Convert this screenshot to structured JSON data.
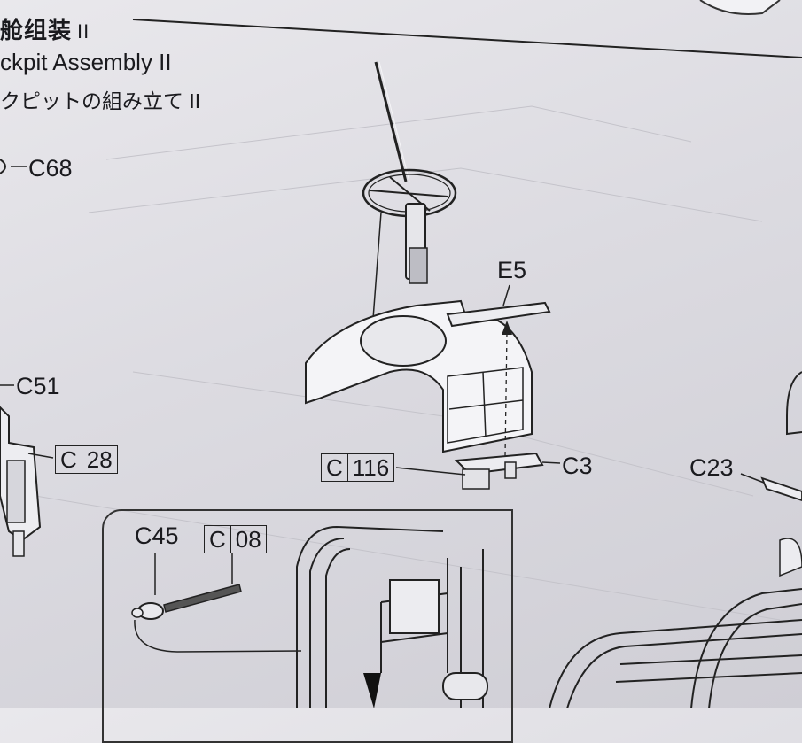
{
  "title": {
    "chinese": "舱组装",
    "chinese_numeral": "II",
    "english": "ckpit Assembly  II",
    "japanese": "クピットの組み立て II"
  },
  "part_labels": {
    "c68": "C68",
    "e5": "E5",
    "c51": "C51",
    "c3": "C3",
    "c23": "C23",
    "c45": "C45"
  },
  "part_boxes": {
    "c28": {
      "letter": "C",
      "number": "28"
    },
    "c116": {
      "letter": "C",
      "number": "116"
    },
    "c08": {
      "letter": "C",
      "number": "08"
    }
  }
}
